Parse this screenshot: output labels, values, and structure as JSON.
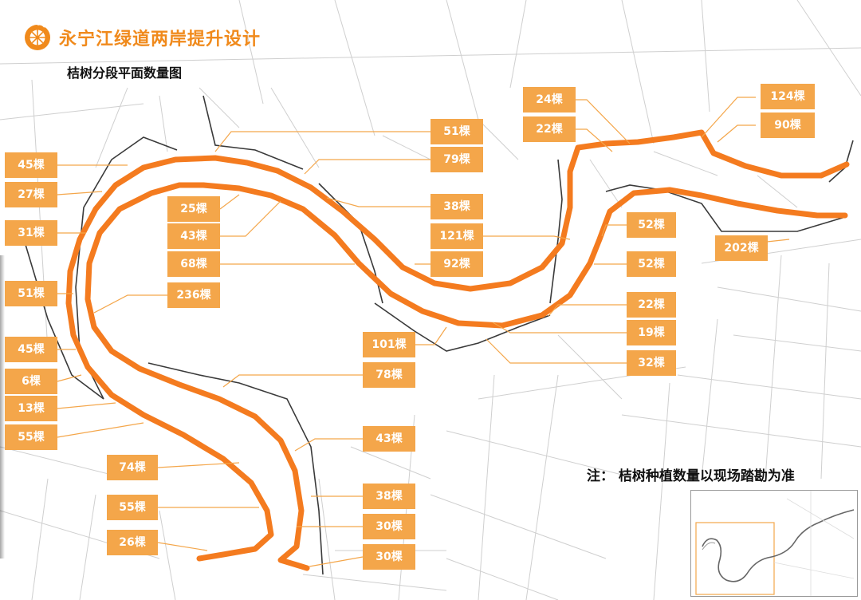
{
  "header": {
    "title": "永宁江绿道两岸提升设计",
    "subtitle": "桔树分段平面数量图",
    "logo_icon": "orange-slice-icon",
    "accent_color": "#f08a1c"
  },
  "note": "注： 桔树种植数量以现场踏勘为准",
  "colors": {
    "river_path": "#f47b1f",
    "label_fill": "#f4a64a",
    "leader_line": "#f4a64a",
    "basemap_line": "#c8c8c8"
  },
  "segments": [
    {
      "id": "s01",
      "count": "51棵"
    },
    {
      "id": "s02",
      "count": "79棵"
    },
    {
      "id": "s03",
      "count": "24棵"
    },
    {
      "id": "s04",
      "count": "22棵"
    },
    {
      "id": "s05",
      "count": "124棵"
    },
    {
      "id": "s06",
      "count": "90棵"
    },
    {
      "id": "s07",
      "count": "45棵"
    },
    {
      "id": "s08",
      "count": "27棵"
    },
    {
      "id": "s09",
      "count": "31棵"
    },
    {
      "id": "s10",
      "count": "51棵"
    },
    {
      "id": "s11",
      "count": "45棵"
    },
    {
      "id": "s12",
      "count": "6棵"
    },
    {
      "id": "s13",
      "count": "13棵"
    },
    {
      "id": "s14",
      "count": "55棵"
    },
    {
      "id": "s15",
      "count": "25棵"
    },
    {
      "id": "s16",
      "count": "43棵"
    },
    {
      "id": "s17",
      "count": "68棵"
    },
    {
      "id": "s18",
      "count": "236棵"
    },
    {
      "id": "s19",
      "count": "38棵"
    },
    {
      "id": "s20",
      "count": "121棵"
    },
    {
      "id": "s21",
      "count": "92棵"
    },
    {
      "id": "s22",
      "count": "52棵"
    },
    {
      "id": "s23",
      "count": "52棵"
    },
    {
      "id": "s24",
      "count": "202棵"
    },
    {
      "id": "s25",
      "count": "22棵"
    },
    {
      "id": "s26",
      "count": "19棵"
    },
    {
      "id": "s27",
      "count": "32棵"
    },
    {
      "id": "s28",
      "count": "101棵"
    },
    {
      "id": "s29",
      "count": "78棵"
    },
    {
      "id": "s30",
      "count": "43棵"
    },
    {
      "id": "s31",
      "count": "74棵"
    },
    {
      "id": "s32",
      "count": "55棵"
    },
    {
      "id": "s33",
      "count": "26棵"
    },
    {
      "id": "s34",
      "count": "38棵"
    },
    {
      "id": "s35",
      "count": "30棵"
    },
    {
      "id": "s36",
      "count": "30棵"
    }
  ]
}
